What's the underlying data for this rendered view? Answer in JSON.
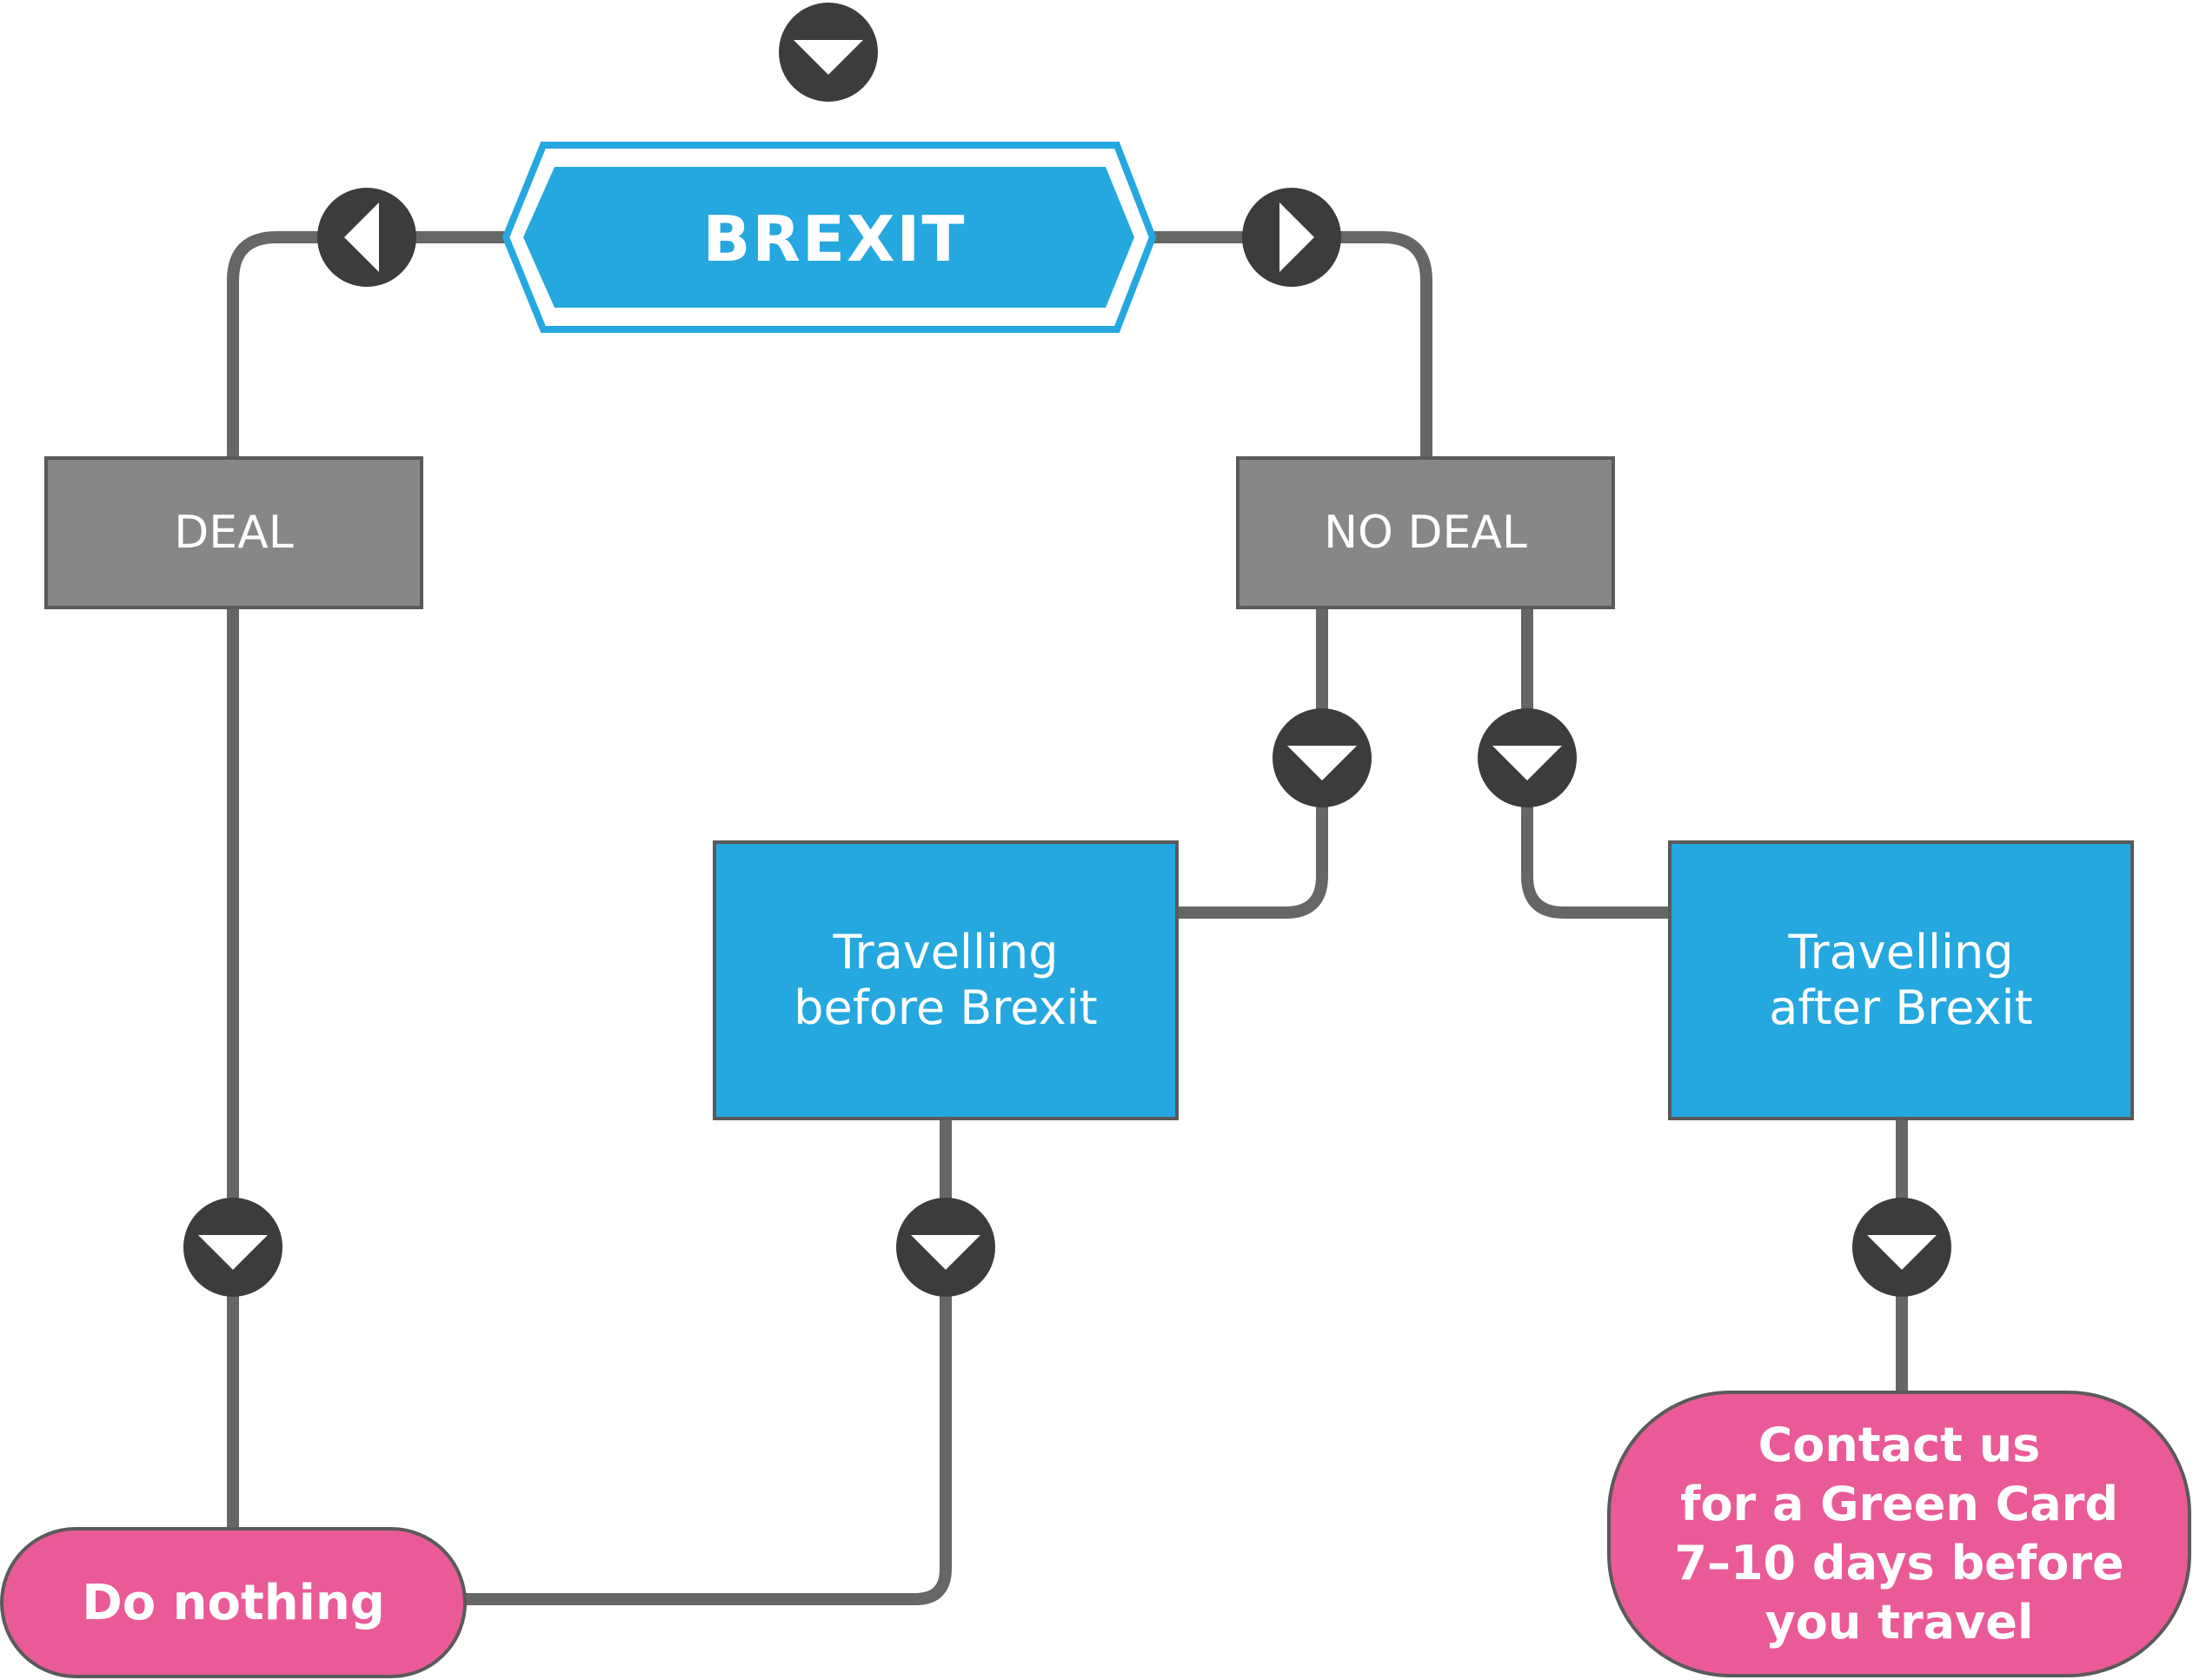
{
  "diagram": {
    "start": "BREXIT",
    "branches": {
      "deal": "DEAL",
      "no_deal": "NO DEAL"
    },
    "timing": {
      "before": "Travelling\nbefore Brexit",
      "after": "Travelling\nafter Brexit"
    },
    "outcomes": {
      "do_nothing": "Do nothing",
      "contact": "Contact us\nfor a Green Card\n7–10 days before\nyou travel"
    },
    "colors": {
      "connector": "#666666",
      "arrow_node": "#3c3c3b",
      "start_fill": "#25a7df",
      "decision_fill": "#878786",
      "process_fill": "#25a7df",
      "outcome_fill": "#ea5a97"
    },
    "connections": [
      {
        "from": "BREXIT",
        "to": "DEAL"
      },
      {
        "from": "BREXIT",
        "to": "NO DEAL"
      },
      {
        "from": "DEAL",
        "to": "Do nothing"
      },
      {
        "from": "NO DEAL",
        "to": "Travelling before Brexit"
      },
      {
        "from": "NO DEAL",
        "to": "Travelling after Brexit"
      },
      {
        "from": "Travelling before Brexit",
        "to": "Do nothing"
      },
      {
        "from": "Travelling after Brexit",
        "to": "Contact us for a Green Card"
      }
    ]
  }
}
